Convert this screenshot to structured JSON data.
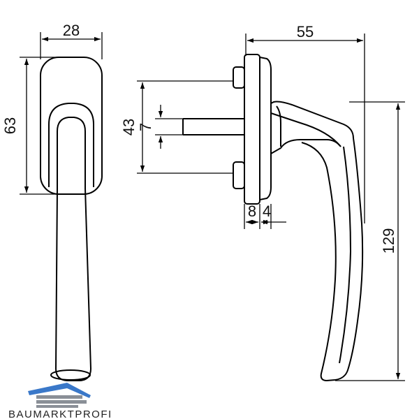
{
  "dimensions": {
    "front_width": "28",
    "front_rose_height": "63",
    "side_depth": "55",
    "screw_spacing": "43",
    "spindle_size": "7",
    "rose_thickness": "8",
    "plate_thickness": "4",
    "total_height": "129"
  },
  "logo": {
    "text": "BAUMARKTPROFI",
    "colors": {
      "blue": "#3a78c9",
      "gray": "#8a8f97"
    }
  }
}
